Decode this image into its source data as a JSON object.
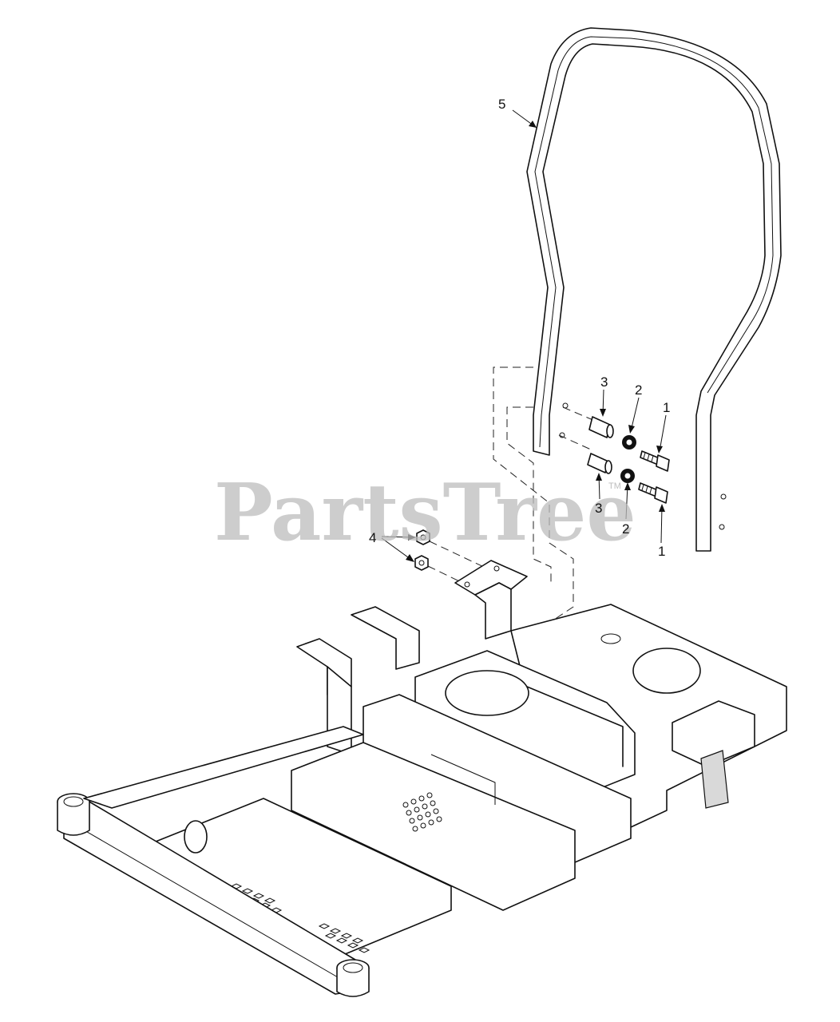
{
  "watermark": {
    "text": "PartsTree",
    "tm": "TM"
  },
  "callouts": {
    "c1_top": "1",
    "c1_bottom": "1",
    "c2_top": "2",
    "c2_bottom": "2",
    "c3_top": "3",
    "c3_bottom": "3",
    "c4": "4",
    "c5": "5"
  }
}
